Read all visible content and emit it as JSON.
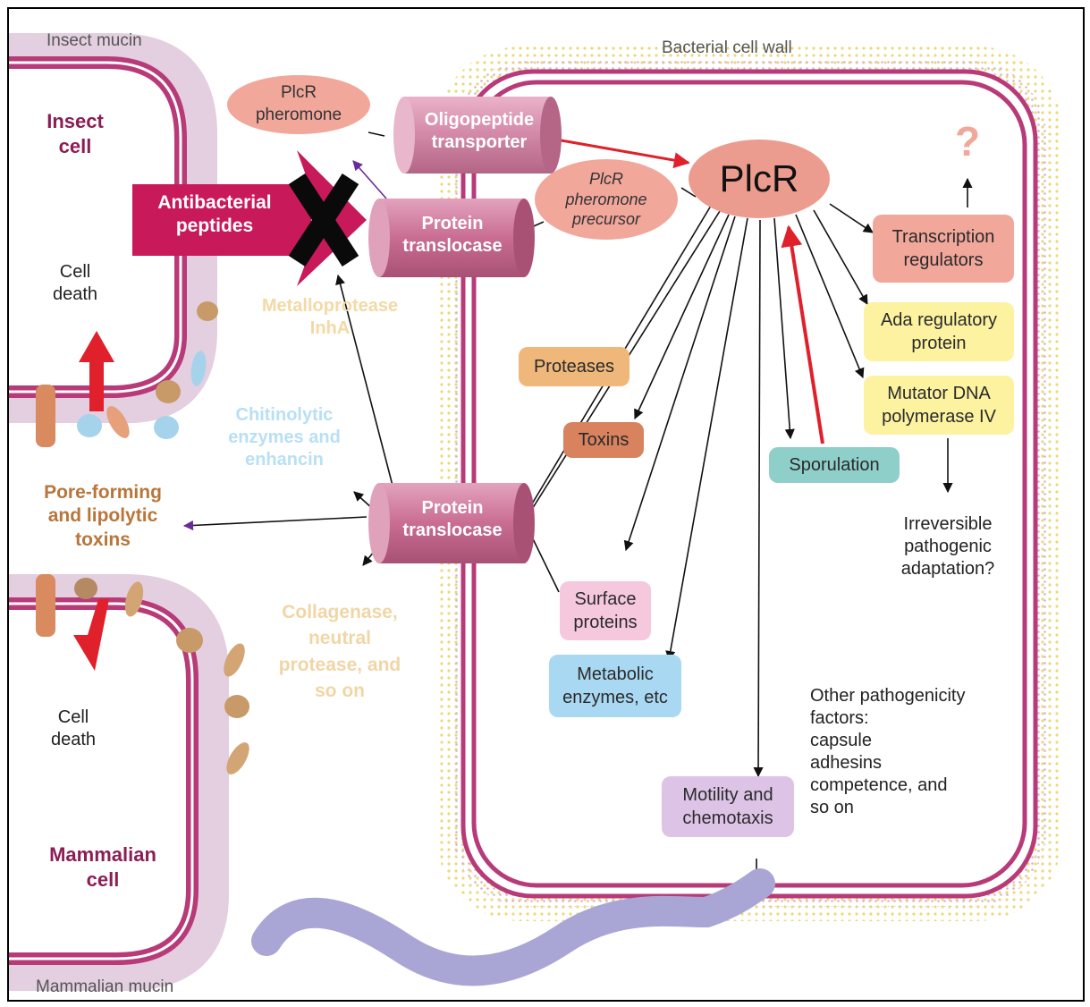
{
  "labels": {
    "insect_mucin": "Insect mucin",
    "bacterial_cell_wall": "Bacterial cell wall",
    "mammalian_mucin": "Mammalian mucin",
    "insect_cell": "Insect\ncell",
    "mammalian_cell": "Mammalian\ncell",
    "cell_death_top": "Cell\ndeath",
    "cell_death_bottom": "Cell\ndeath",
    "antibacterial_peptides": "Antibacterial\npeptides",
    "plcr_pheromone": "PlcR\npheromone",
    "oligopeptide_transporter": "Oligopeptide\ntransporter",
    "plcr_pheromone_precursor": "PlcR\npheromone\nprecursor",
    "protein_translocase_top": "Protein\ntranslocase",
    "protein_translocase_mid": "Protein\ntranslocase",
    "metalloprotease": "Metalloprotease\nInhA",
    "chitinolytic": "Chitinolytic\nenzymes and\nenhancin",
    "pore_forming": "Pore-forming\nand lipolytic\ntoxins",
    "collagenase": "Collagenase,\nneutral\nprotease, and\nso on",
    "plcr": "PlcR",
    "question_mark": "?",
    "transcription_regulators": "Transcription\nregulators",
    "ada_regulatory": "Ada regulatory\nprotein",
    "mutator_dna": "Mutator DNA\npolymerase IV",
    "irreversible": "Irreversible\npathogenic\nadaptation?",
    "proteases": "Proteases",
    "toxins": "Toxins",
    "sporulation": "Sporulation",
    "surface_proteins": "Surface\nproteins",
    "metabolic_enzymes": "Metabolic\nenzymes, etc",
    "motility": "Motility and\nchemotaxis",
    "other_factors": "Other pathogenicity\nfactors:\ncapsule\nadhesins\ncompetence, and\nso on"
  },
  "colors": {
    "membrane": "#b83a78",
    "cell_wall_dots": "#f0e08a",
    "pink_box": "#f2a79b",
    "yellow_box": "#fcf2a0",
    "teal_box": "#8fcfca",
    "light_pink_box": "#f5c8de",
    "blue_box": "#a9d8f2",
    "lavender_box": "#ddc3e6",
    "orange_box": "#f0b77a",
    "rust_box": "#d9825e",
    "translocase": "#c96d92",
    "antibacterial": "#c8195a",
    "red_arrow": "#e0202a",
    "flagellum": "#a9a6d6"
  }
}
